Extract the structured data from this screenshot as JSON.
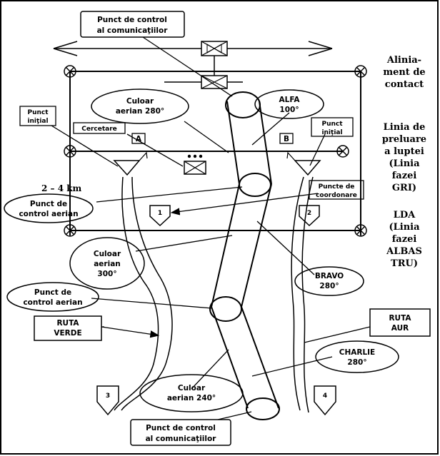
{
  "labels": {
    "comm_top": [
      "Punct de control",
      "al comunicaţiilor"
    ],
    "comm_bottom": [
      "Punct de control",
      "al comunicaţiilor"
    ],
    "corridor_280": [
      "Culoar",
      "aerian 280°"
    ],
    "corridor_300": [
      "Culoar",
      "aerian",
      "300°"
    ],
    "corridor_240": [
      "Culoar",
      "aerian 240°"
    ],
    "alfa": [
      "ALFA",
      "100°"
    ],
    "bravo": [
      "BRAVO",
      "280°"
    ],
    "charlie": [
      "CHARLIE",
      "280°"
    ],
    "initial_left": [
      "Punct",
      "iniţial"
    ],
    "initial_right": [
      "Punct",
      "iniţial"
    ],
    "cercetare": "Cercetare",
    "box_a": "A",
    "box_b": "B",
    "coord": [
      "Puncte de",
      "coordonare"
    ],
    "distance": "2 – 4 km",
    "air_ctrl_1": [
      "Punct de",
      "control aerian"
    ],
    "air_ctrl_2": [
      "Punct de",
      "control aerian"
    ],
    "ruta_verde": [
      "RUTA",
      "VERDE"
    ],
    "ruta_aur": [
      "RUTA",
      "AUR"
    ],
    "contact_line": [
      "Alinia-",
      "ment de",
      "contact"
    ],
    "battle_line": [
      "Linia de",
      "preluare",
      "a luptei",
      "(Linia",
      "fazei",
      "GRI)"
    ],
    "lda": [
      "LDA",
      "(Linia",
      "fazei",
      "ALBAS",
      "TRU)"
    ],
    "markers": [
      "1",
      "2",
      "3",
      "4"
    ]
  },
  "colors": {
    "ink": "#000000",
    "background": "#ffffff"
  }
}
